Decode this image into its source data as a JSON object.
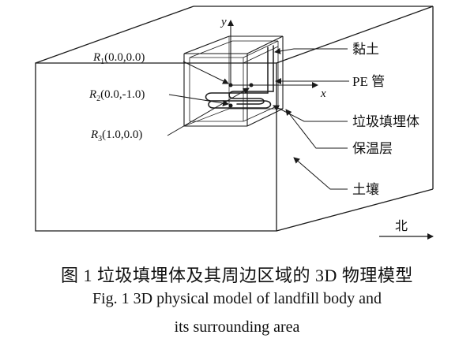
{
  "diagram": {
    "axes": {
      "y_label": "y",
      "x_label": "x"
    },
    "points": [
      {
        "id": "R1",
        "letter": "R",
        "sub": "1",
        "coords": "(0.0,0.0)"
      },
      {
        "id": "R2",
        "letter": "R",
        "sub": "2",
        "coords": "(0.0,-1.0)"
      },
      {
        "id": "R3",
        "letter": "R",
        "sub": "3",
        "coords": "(1.0,0.0)"
      }
    ],
    "labels": {
      "clay": "黏土",
      "pe_pipe": "PE 管",
      "landfill_body": "垃圾填埋体",
      "insulation": "保温层",
      "soil": "土壤",
      "north": "北"
    }
  },
  "caption": {
    "cn": "图 1  垃圾填埋体及其周边区域的 3D 物理模型",
    "en_line1": "Fig. 1  3D physical model of landfill body and",
    "en_line2": "its surrounding area"
  },
  "colors": {
    "line": "#1a1a1a",
    "text": "#111111",
    "background": "#ffffff"
  }
}
